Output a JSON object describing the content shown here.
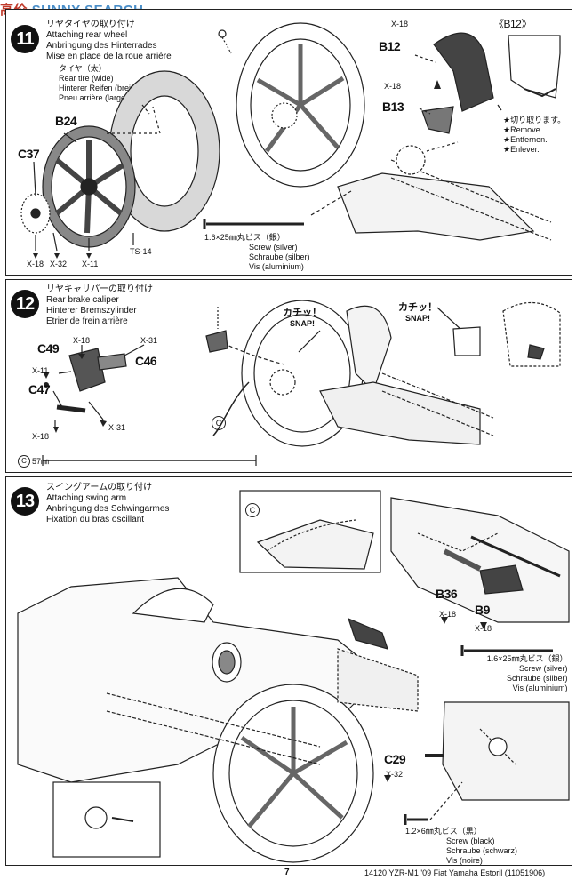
{
  "watermark": {
    "text": "SUNNY SEARCH",
    "prefix": "高价"
  },
  "step11": {
    "number": "11",
    "title_ja": "リヤタイヤの取り付け",
    "title_en": "Attaching rear wheel",
    "title_de": "Anbringung des Hinterrades",
    "title_fr": "Mise en place de la roue arrière",
    "tire": {
      "ja": "タイヤ（太）",
      "en": "Rear tire (wide)",
      "de": "Hinterer Reifen (breit)",
      "fr": "Pneu arrière (large)"
    },
    "parts": {
      "b24": "B24",
      "c37": "C37",
      "b12": "B12",
      "b13": "B13",
      "b12_detail": "《B12》"
    },
    "codes": {
      "x18_a": "X-18",
      "x32": "X-32",
      "x11": "X-11",
      "ts14": "TS-14",
      "x18_b12": "X-18",
      "x18_b13": "X-18"
    },
    "screw": {
      "ja": "1.6×25㎜丸ビス（銀）",
      "en": "Screw (silver)",
      "de": "Schraube (silber)",
      "fr": "Vis (aluminium)"
    },
    "remove": {
      "ja": "★切り取ります。",
      "en": "★Remove.",
      "de": "★Entfernen.",
      "fr": "★Enlever."
    }
  },
  "step12": {
    "number": "12",
    "title_ja": "リヤキャリパーの取り付け",
    "title_en": "Rear brake caliper",
    "title_de": "Hinterer Bremszylinder",
    "title_fr": "Etrier de frein arrière",
    "parts": {
      "c49": "C49",
      "c46": "C46",
      "c47": "C47"
    },
    "codes": {
      "x18_top": "X-18",
      "x31_top": "X-31",
      "x11": "X-11",
      "x31_bot": "X-31",
      "x18_bot": "X-18"
    },
    "snap1": {
      "ja": "カチッ！",
      "en": "SNAP!"
    },
    "snap2": {
      "ja": "カチッ！",
      "en": "SNAP!"
    },
    "cable": {
      "label": "C",
      "length": "57㎜"
    }
  },
  "step13": {
    "number": "13",
    "title_ja": "スイングアームの取り付け",
    "title_en": "Attaching swing arm",
    "title_de": "Anbringung des Schwingarmes",
    "title_fr": "Fixation du bras oscillant",
    "inset_label": "C",
    "parts": {
      "b36": "B36",
      "b9": "B9",
      "c29": "C29"
    },
    "codes": {
      "x18_b36": "X-18",
      "x18_b9": "X-18",
      "x32": "X-32"
    },
    "screw_silver": {
      "ja": "1.6×25㎜丸ビス（銀）",
      "en": "Screw (silver)",
      "de": "Schraube (silber)",
      "fr": "Vis (aluminium)"
    },
    "screw_black": {
      "ja": "1.2×6㎜丸ビス（黒）",
      "en": "Screw (black)",
      "de": "Schraube (schwarz)",
      "fr": "Vis (noire)"
    }
  },
  "footer": {
    "page": "7",
    "product": "14120  YZR-M1 '09 Fiat Yamaha Estoril (11051906)"
  }
}
